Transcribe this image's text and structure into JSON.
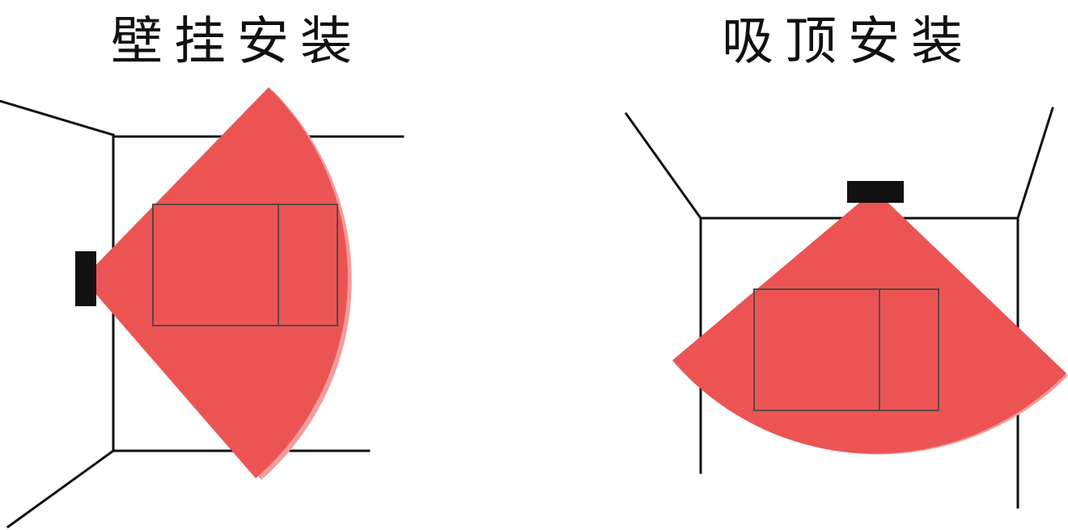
{
  "diagram": {
    "panels": [
      {
        "id": "wall",
        "title": "壁挂安装"
      },
      {
        "id": "ceiling",
        "title": "吸顶安装"
      }
    ],
    "colors": {
      "coverage_fill": "#ec5454",
      "coverage_shadow": "#f39c9c",
      "lines": "#111111",
      "furniture_outline": "#5a4747",
      "sensor": "#111111",
      "background": "#ffffff"
    }
  }
}
